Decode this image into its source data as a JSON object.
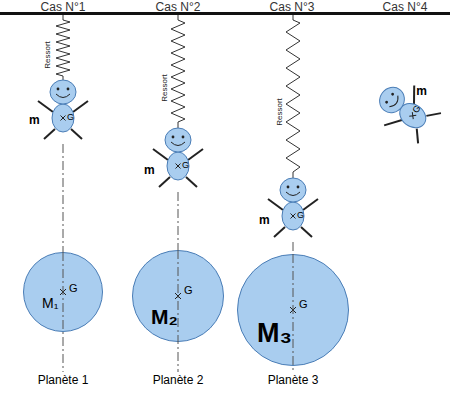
{
  "diagram": {
    "nodes": [
      {
        "text": [
          "m",
          "G"
        ]
      },
      {
        "text": [
          "m",
          "G"
        ]
      },
      {
        "text": [
          "m",
          "G"
        ]
      },
      {
        "text": [
          "m",
          "G"
        ]
      },
      {
        "text": [
          "M₁",
          "G",
          "Planète 1"
        ]
      },
      {
        "text": [
          "M₂",
          "G",
          "Planète 2"
        ]
      },
      {
        "text": [
          "M₃",
          "G",
          "Planète 3"
        ]
      }
    ],
    "edges": [
      {
        "from": 0,
        "to": 4,
        "arrow": "none"
      },
      {
        "from": 1,
        "to": 5,
        "arrow": "none"
      },
      {
        "from": 2,
        "to": 6,
        "arrow": "none"
      }
    ],
    "labels": [
      "Cas N°1",
      "Cas N°2",
      "Cas N°3",
      "Cas N°4",
      "Ressort",
      "Ressort",
      "Ressort"
    ]
  }
}
